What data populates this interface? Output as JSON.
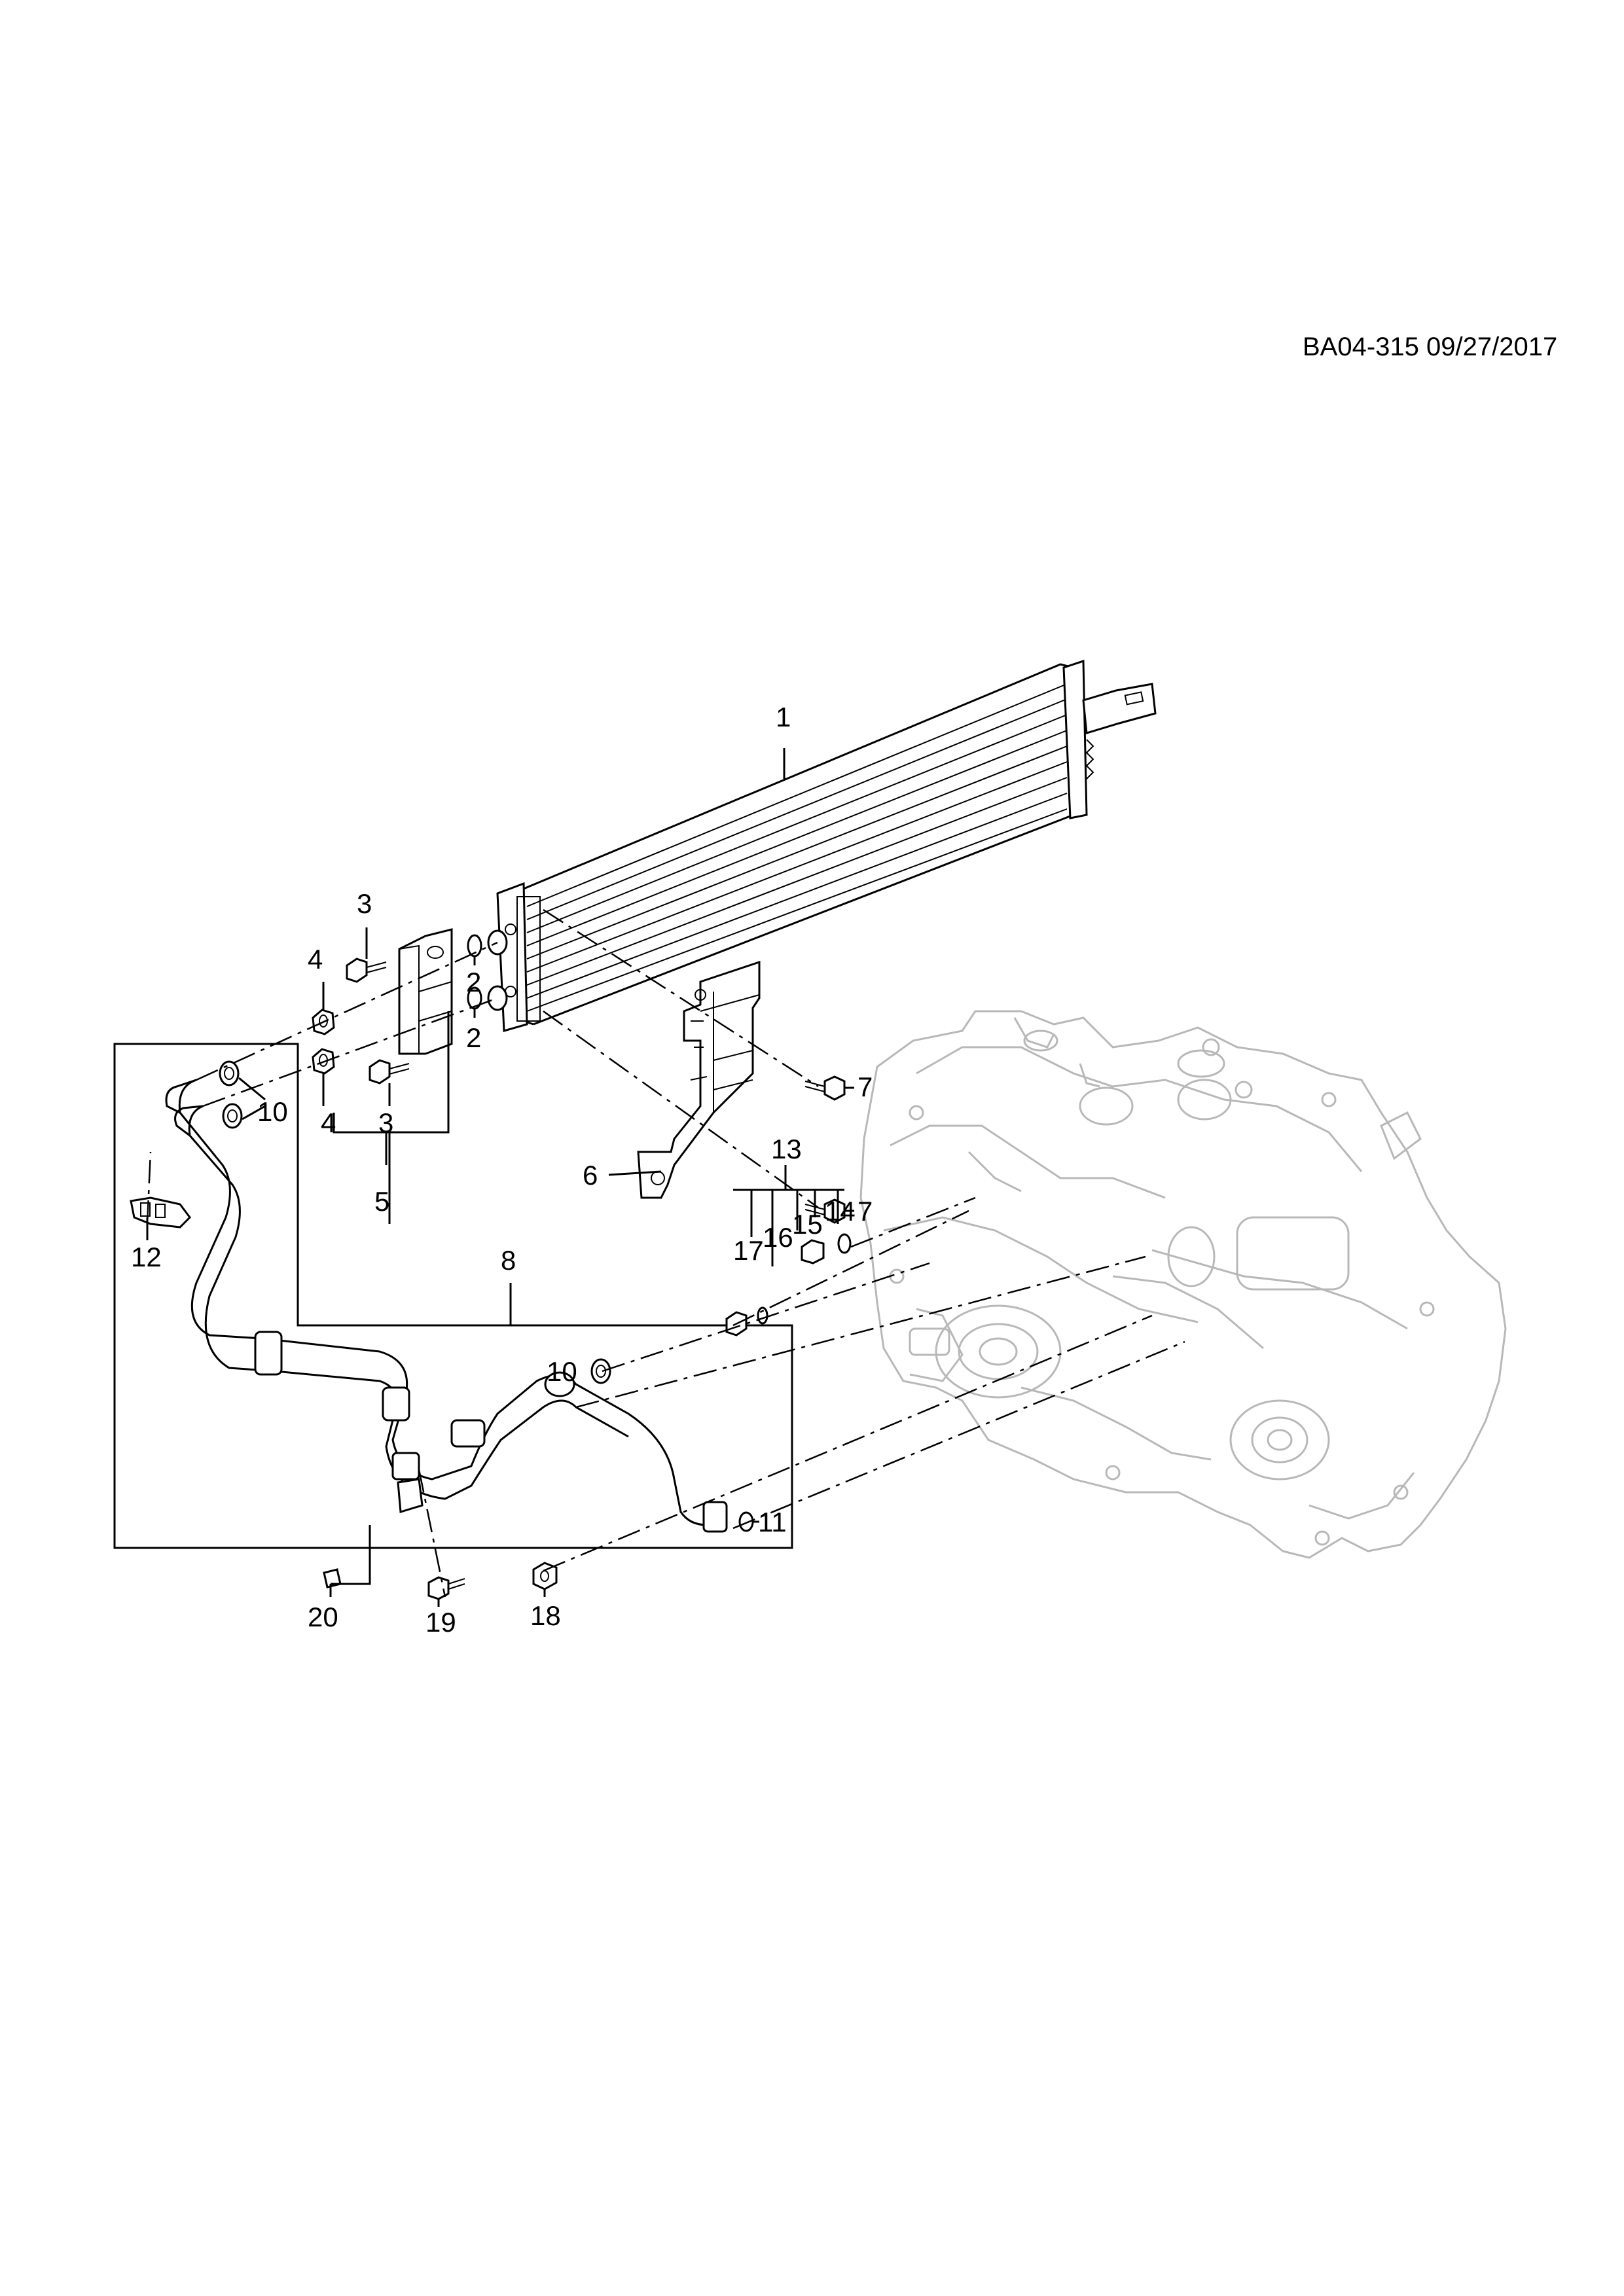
{
  "reference_code": "BA04-315 09/27/2017",
  "callouts": [
    "1",
    "2",
    "2",
    "3",
    "3",
    "4",
    "4",
    "5",
    "6",
    "7",
    "7",
    "8",
    "10",
    "10",
    "11",
    "12",
    "13",
    "14",
    "15",
    "16",
    "17",
    "18",
    "19",
    "20"
  ],
  "colors": {
    "line": "#000000",
    "transmission_ghost": "#b8b8b8",
    "background": "#ffffff"
  }
}
